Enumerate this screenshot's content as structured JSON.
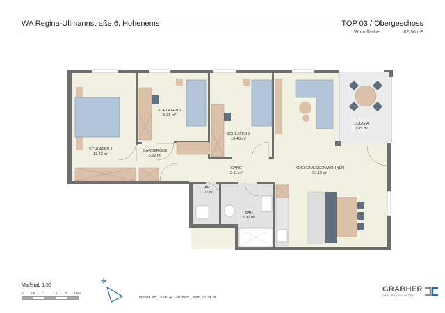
{
  "header": {
    "project": "WA Regina-Ullmannstraße 6, Hohenems",
    "unit": "TOP 03 / Obergeschoss",
    "living_area_label": "Wohnfläche",
    "living_area_value": "82,56 m²"
  },
  "rooms": [
    {
      "name": "SCHLAFEN 1",
      "area": "13.42 m²"
    },
    {
      "name": "SCHLAFEN 2",
      "area": "9.35 m²"
    },
    {
      "name": "GARDEROBE",
      "area": "5.62 m²"
    },
    {
      "name": "SCHLAFEN 3",
      "area": "10.48 m²"
    },
    {
      "name": "GANG",
      "area": "3.11 m²"
    },
    {
      "name": "KOCHEN/ESSEN/WOHNEN",
      "area": "33.19 m²"
    },
    {
      "name": "LOGGIA",
      "area": "7.85 m²"
    },
    {
      "name": "AR",
      "area": "2.02 m²"
    },
    {
      "name": "BAD",
      "area": "5.37 m²"
    }
  ],
  "colors": {
    "floor": "#f1f1e1",
    "wet_floor": "#e3e3e3",
    "wall": "#6e6e6e",
    "bed": "#b3c5d9",
    "wood": "#dcc1a9",
    "dark_furniture": "#5f6f7d",
    "brand": "#1a6fb5"
  },
  "footer": {
    "scale_label": "Maßstab  1:50",
    "scale_ticks": [
      "0",
      "0,5",
      "1",
      "1,5",
      "2",
      "2,5m"
    ],
    "north_label": "N",
    "created": "erstellt am 13.06.24 - Version 1 vom 28.08.24",
    "logo_main": "GRABHER",
    "logo_sub": "DER BAUMEISTER"
  }
}
